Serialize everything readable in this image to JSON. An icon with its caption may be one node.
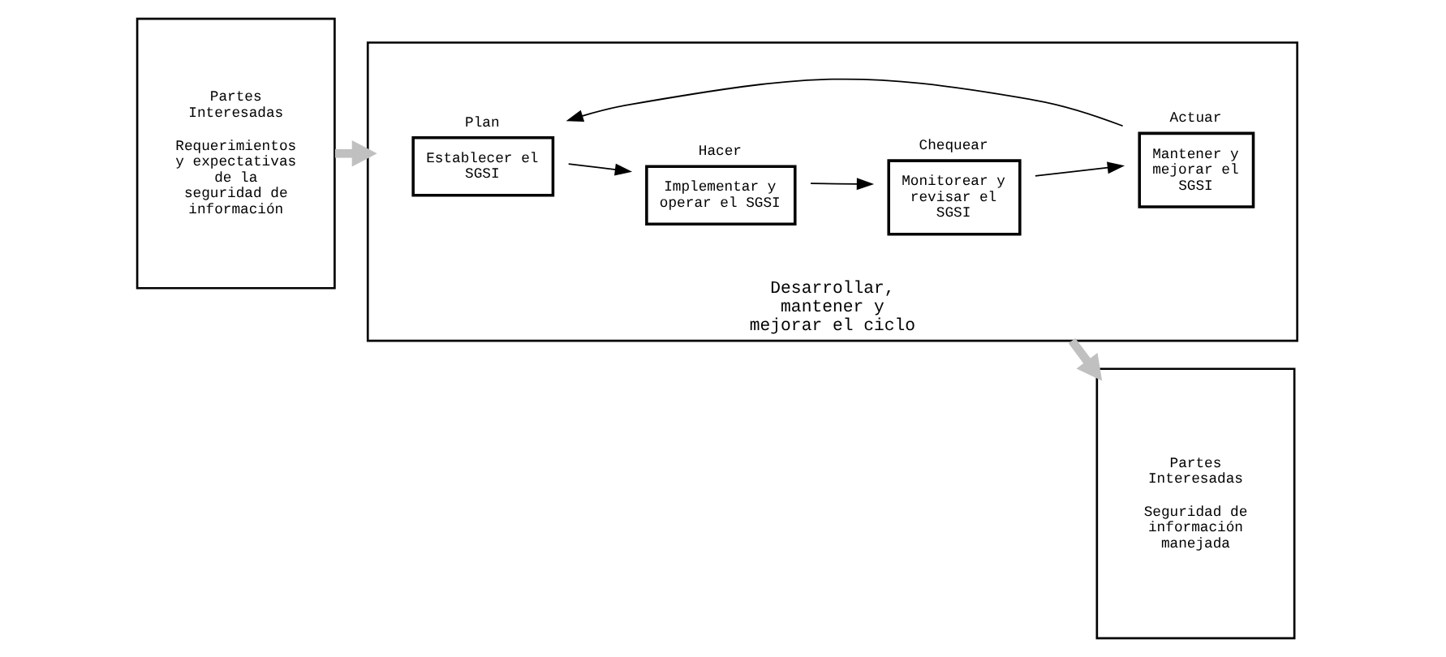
{
  "diagram": {
    "nodes": [
      {
        "text": [
          "Partes Interesadas",
          "Requerimientos y expectativas de la seguridad de información"
        ]
      },
      {
        "text": [
          "Desarrollar, mantener y mejorar el ciclo"
        ]
      },
      {
        "text": [
          "Establecer el SGSI"
        ],
        "in": 1,
        "beside": [
          "Plan"
        ]
      },
      {
        "text": [
          "Implementar y operar el SGSI"
        ],
        "in": 1,
        "beside": [
          "Hacer"
        ]
      },
      {
        "text": [
          "Mantener y mejorar el SGSI"
        ],
        "in": 1,
        "beside": [
          "Actuar"
        ]
      },
      {
        "text": [
          "Monitorear y revisar el SGSI"
        ],
        "in": 1,
        "beside": [
          "Chequear"
        ]
      },
      {
        "text": [
          "Partes Interesadas",
          "Seguridad de información manejada"
        ]
      }
    ],
    "edges": [
      {
        "from": 0,
        "to": 1,
        "arrow": "to",
        "style": "thick",
        "color": "#c0c0c0"
      },
      {
        "from": 1,
        "to": 6,
        "arrow": "to",
        "style": "thick",
        "color": "#c0c0c0"
      },
      {
        "from": 2,
        "to": 3,
        "arrow": "to"
      },
      {
        "from": 3,
        "to": 5,
        "arrow": "to"
      },
      {
        "from": 5,
        "to": 4,
        "arrow": "to"
      },
      {
        "from": 4,
        "to": 2,
        "arrow": "to"
      }
    ]
  }
}
